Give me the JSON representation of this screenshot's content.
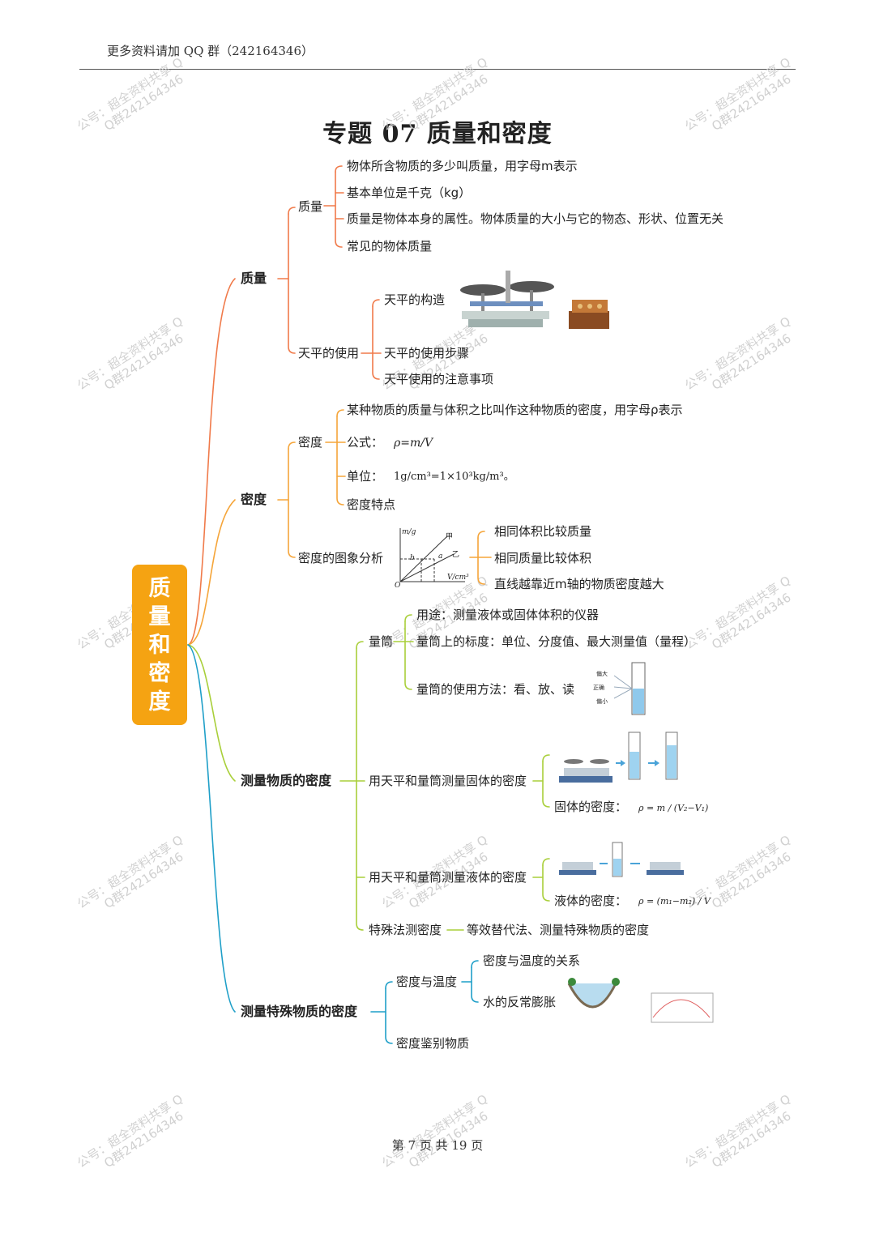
{
  "header": {
    "text": "更多资料请加 QQ 群（242164346）"
  },
  "title": "专题 07  质量和密度",
  "root": [
    "质",
    "量",
    "和",
    "密",
    "度"
  ],
  "footer": "第  7  页  共  19  页",
  "watermark": {
    "line1": "公号：超全资料共享 Q",
    "line2": "Q群242164346"
  },
  "branches": {
    "mass": {
      "label": "质量",
      "zhiliang": {
        "label": "质量",
        "items": [
          "物体所含物质的多少叫质量，用字母m表示",
          "基本单位是千克（kg）",
          "质量是物体本身的属性。物体质量的大小与它的物态、形状、位置无关",
          "常见的物体质量"
        ]
      },
      "balance": {
        "label": "天平的使用",
        "items": [
          "天平的构造",
          "天平的使用步骤",
          "天平使用的注意事项"
        ]
      }
    },
    "density": {
      "label": "密度",
      "midu": {
        "label": "密度",
        "def": "某种物质的质量与体积之比叫作这种物质的密度，用字母ρ表示",
        "formula_label": "公式：",
        "formula": "ρ=m/V",
        "unit_label": "单位：",
        "unit": "1g/cm³=1×10³kg/m³。",
        "feature": "密度特点"
      },
      "graph": {
        "label": "密度的图象分析",
        "items": [
          "相同体积比较质量",
          "相同质量比较体积",
          "直线越靠近m轴的物质密度越大"
        ],
        "axis_y": "m/g",
        "axis_x": "V/cm³",
        "origin": "O",
        "line1": "甲",
        "line2": "乙",
        "pt_a": "a",
        "pt_b": "b"
      }
    },
    "measure": {
      "label": "测量物质的密度",
      "cylinder": {
        "label": "量筒",
        "items": [
          "用途：测量液体或固体体积的仪器",
          "量筒上的标度：单位、分度值、最大测量值（量程）",
          "量筒的使用方法：看、放、读"
        ],
        "read_labels": [
          "偏大",
          "正确",
          "偏小"
        ]
      },
      "solid": {
        "label": "用天平和量筒测量固体的密度",
        "density_label": "固体的密度：",
        "formula": "ρ = m / (V₂−V₁)"
      },
      "liquid": {
        "label": "用天平和量筒测量液体的密度",
        "density_label": "液体的密度：",
        "formula": "ρ = (m₁−m₂) / V"
      },
      "special": {
        "label": "特殊法测密度",
        "item": "等效替代法、测量特殊物质的密度"
      }
    },
    "special_density": {
      "label": "测量特殊物质的密度",
      "temp": {
        "label": "密度与温度",
        "items": [
          "密度与温度的关系",
          "水的反常膨胀"
        ]
      },
      "identify": "密度鉴别物质"
    }
  }
}
